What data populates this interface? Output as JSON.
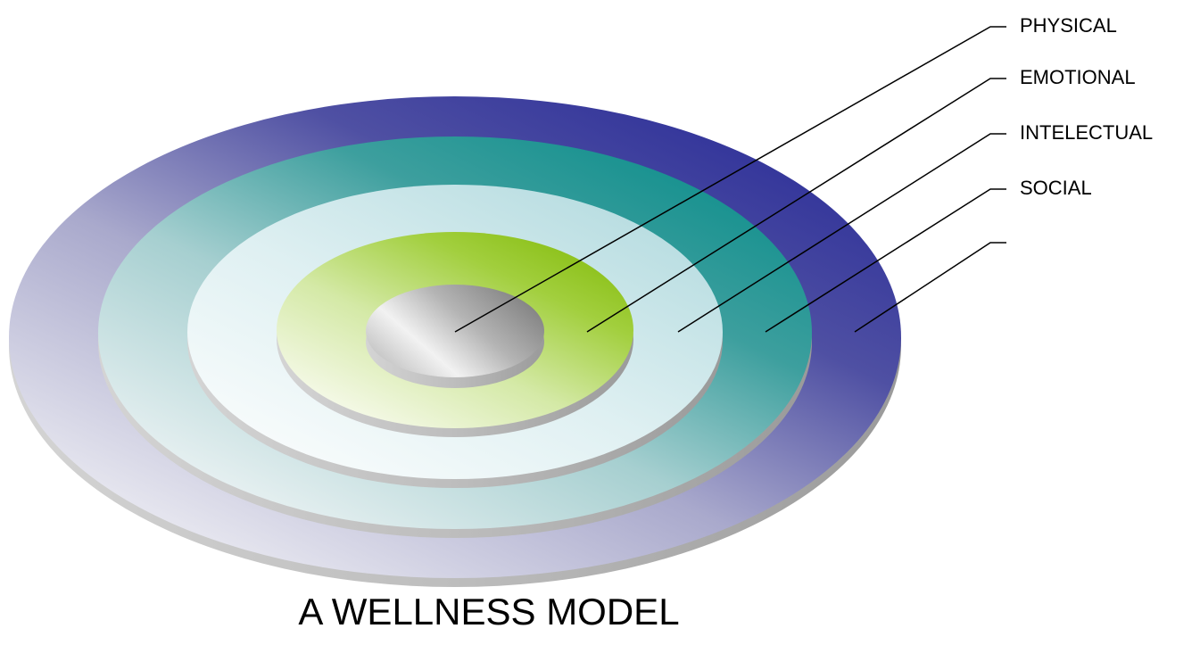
{
  "diagram": {
    "caption": "A WELLNESS MODEL",
    "rings": [
      {
        "label": "PHYSICAL",
        "color": "#9a9a9a"
      },
      {
        "label": "EMOTIONAL",
        "color": "#8fc31f"
      },
      {
        "label": "INTELECTUAL",
        "color": "#bfe0e4"
      },
      {
        "label": "SOCIAL",
        "color": "#199694"
      },
      {
        "label": "",
        "color": "#32339a"
      }
    ]
  }
}
